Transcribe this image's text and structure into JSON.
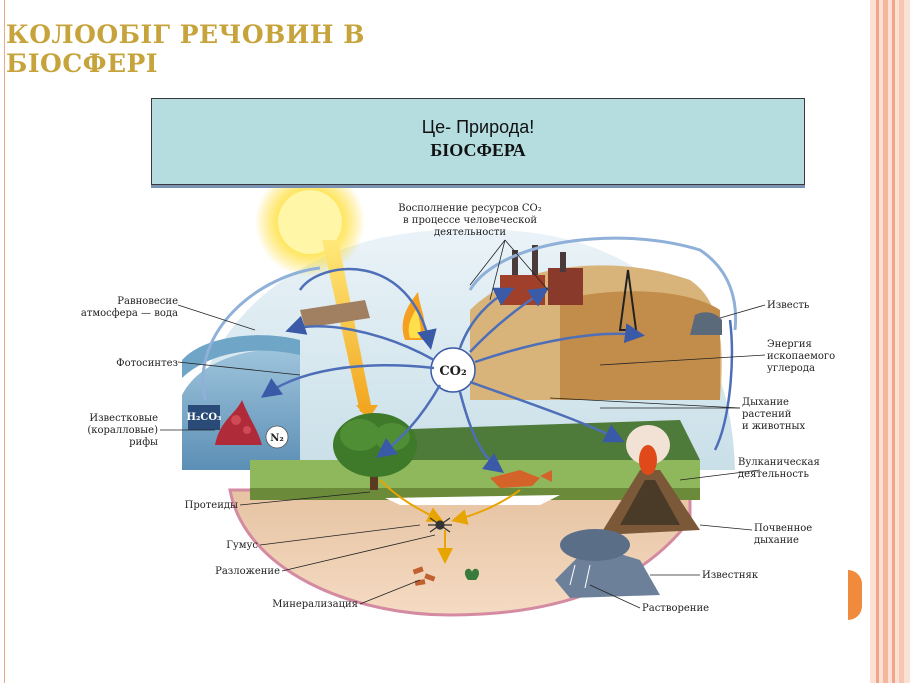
{
  "slide": {
    "title": "КОЛООБІГ РЕЧОВИН В БІОСФЕРІ",
    "callout_line1": "Це- Природа!",
    "callout_line2": "БІОСФЕРА"
  },
  "diagram": {
    "labels": {
      "co2": "CO₂",
      "h2co3": "H₂CO₃",
      "n2": "N₂",
      "human_activity_l1": "Восполнение ресурсов CO₂",
      "human_activity_l2": "в процессе человеческой",
      "human_activity_l3": "деятельности",
      "balance_l1": "Равновесие",
      "balance_l2": "атмосфера — вода",
      "photosynthesis": "Фотосинтез",
      "reefs_l1": "Известковые",
      "reefs_l2": "(коралловые)",
      "reefs_l3": "рифы",
      "proteins": "Протеиды",
      "humus": "Гумус",
      "decomposition": "Разложение",
      "mineralization": "Минерализация",
      "lime": "Известь",
      "fossil_l1": "Энергия",
      "fossil_l2": "ископаемого",
      "fossil_l3": "углерода",
      "respiration_l1": "Дыхание",
      "respiration_l2": "растений",
      "respiration_l3": "и животных",
      "volcanic_l1": "Вулканическая",
      "volcanic_l2": "деятельность",
      "soil_l1": "Почвенное",
      "soil_l2": "дыхание",
      "limestone": "Известняк",
      "dissolution": "Растворение"
    }
  },
  "colors": {
    "title": "#c7a33c",
    "callout_bg": "#b5dde0",
    "accent_orange": "#f08a3c"
  }
}
